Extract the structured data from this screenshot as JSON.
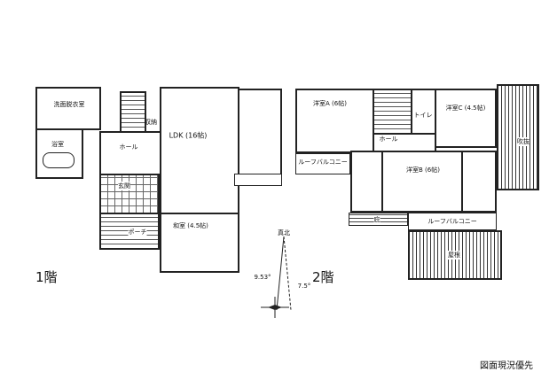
{
  "floor1": {
    "label": "1階",
    "rooms": {
      "washroom": "洗面脱衣室",
      "bath": "浴室",
      "storage": "収納",
      "hall": "ホール",
      "ldk": "LDK (16帖)",
      "entrance": "玄関",
      "porch": "ポーチ",
      "japanese_room": "和室 (4.5帖)"
    }
  },
  "floor2": {
    "label": "2階",
    "rooms": {
      "room_a": "洋室A (6帖)",
      "room_b": "洋室B (6帖)",
      "room_c": "洋室C (4.5帖)",
      "toilet": "トイレ",
      "hall": "ホール",
      "roof_balcony_left": "ルーフバルコニー",
      "roof_balcony_bottom": "ルーフバルコニー",
      "eaves": "庇",
      "void": "吹抜",
      "roof": "屋根"
    }
  },
  "compass": {
    "north": "真北",
    "angle_left": "9.53°",
    "angle_right": "7.5°"
  },
  "footer_note": "図面現況優先"
}
